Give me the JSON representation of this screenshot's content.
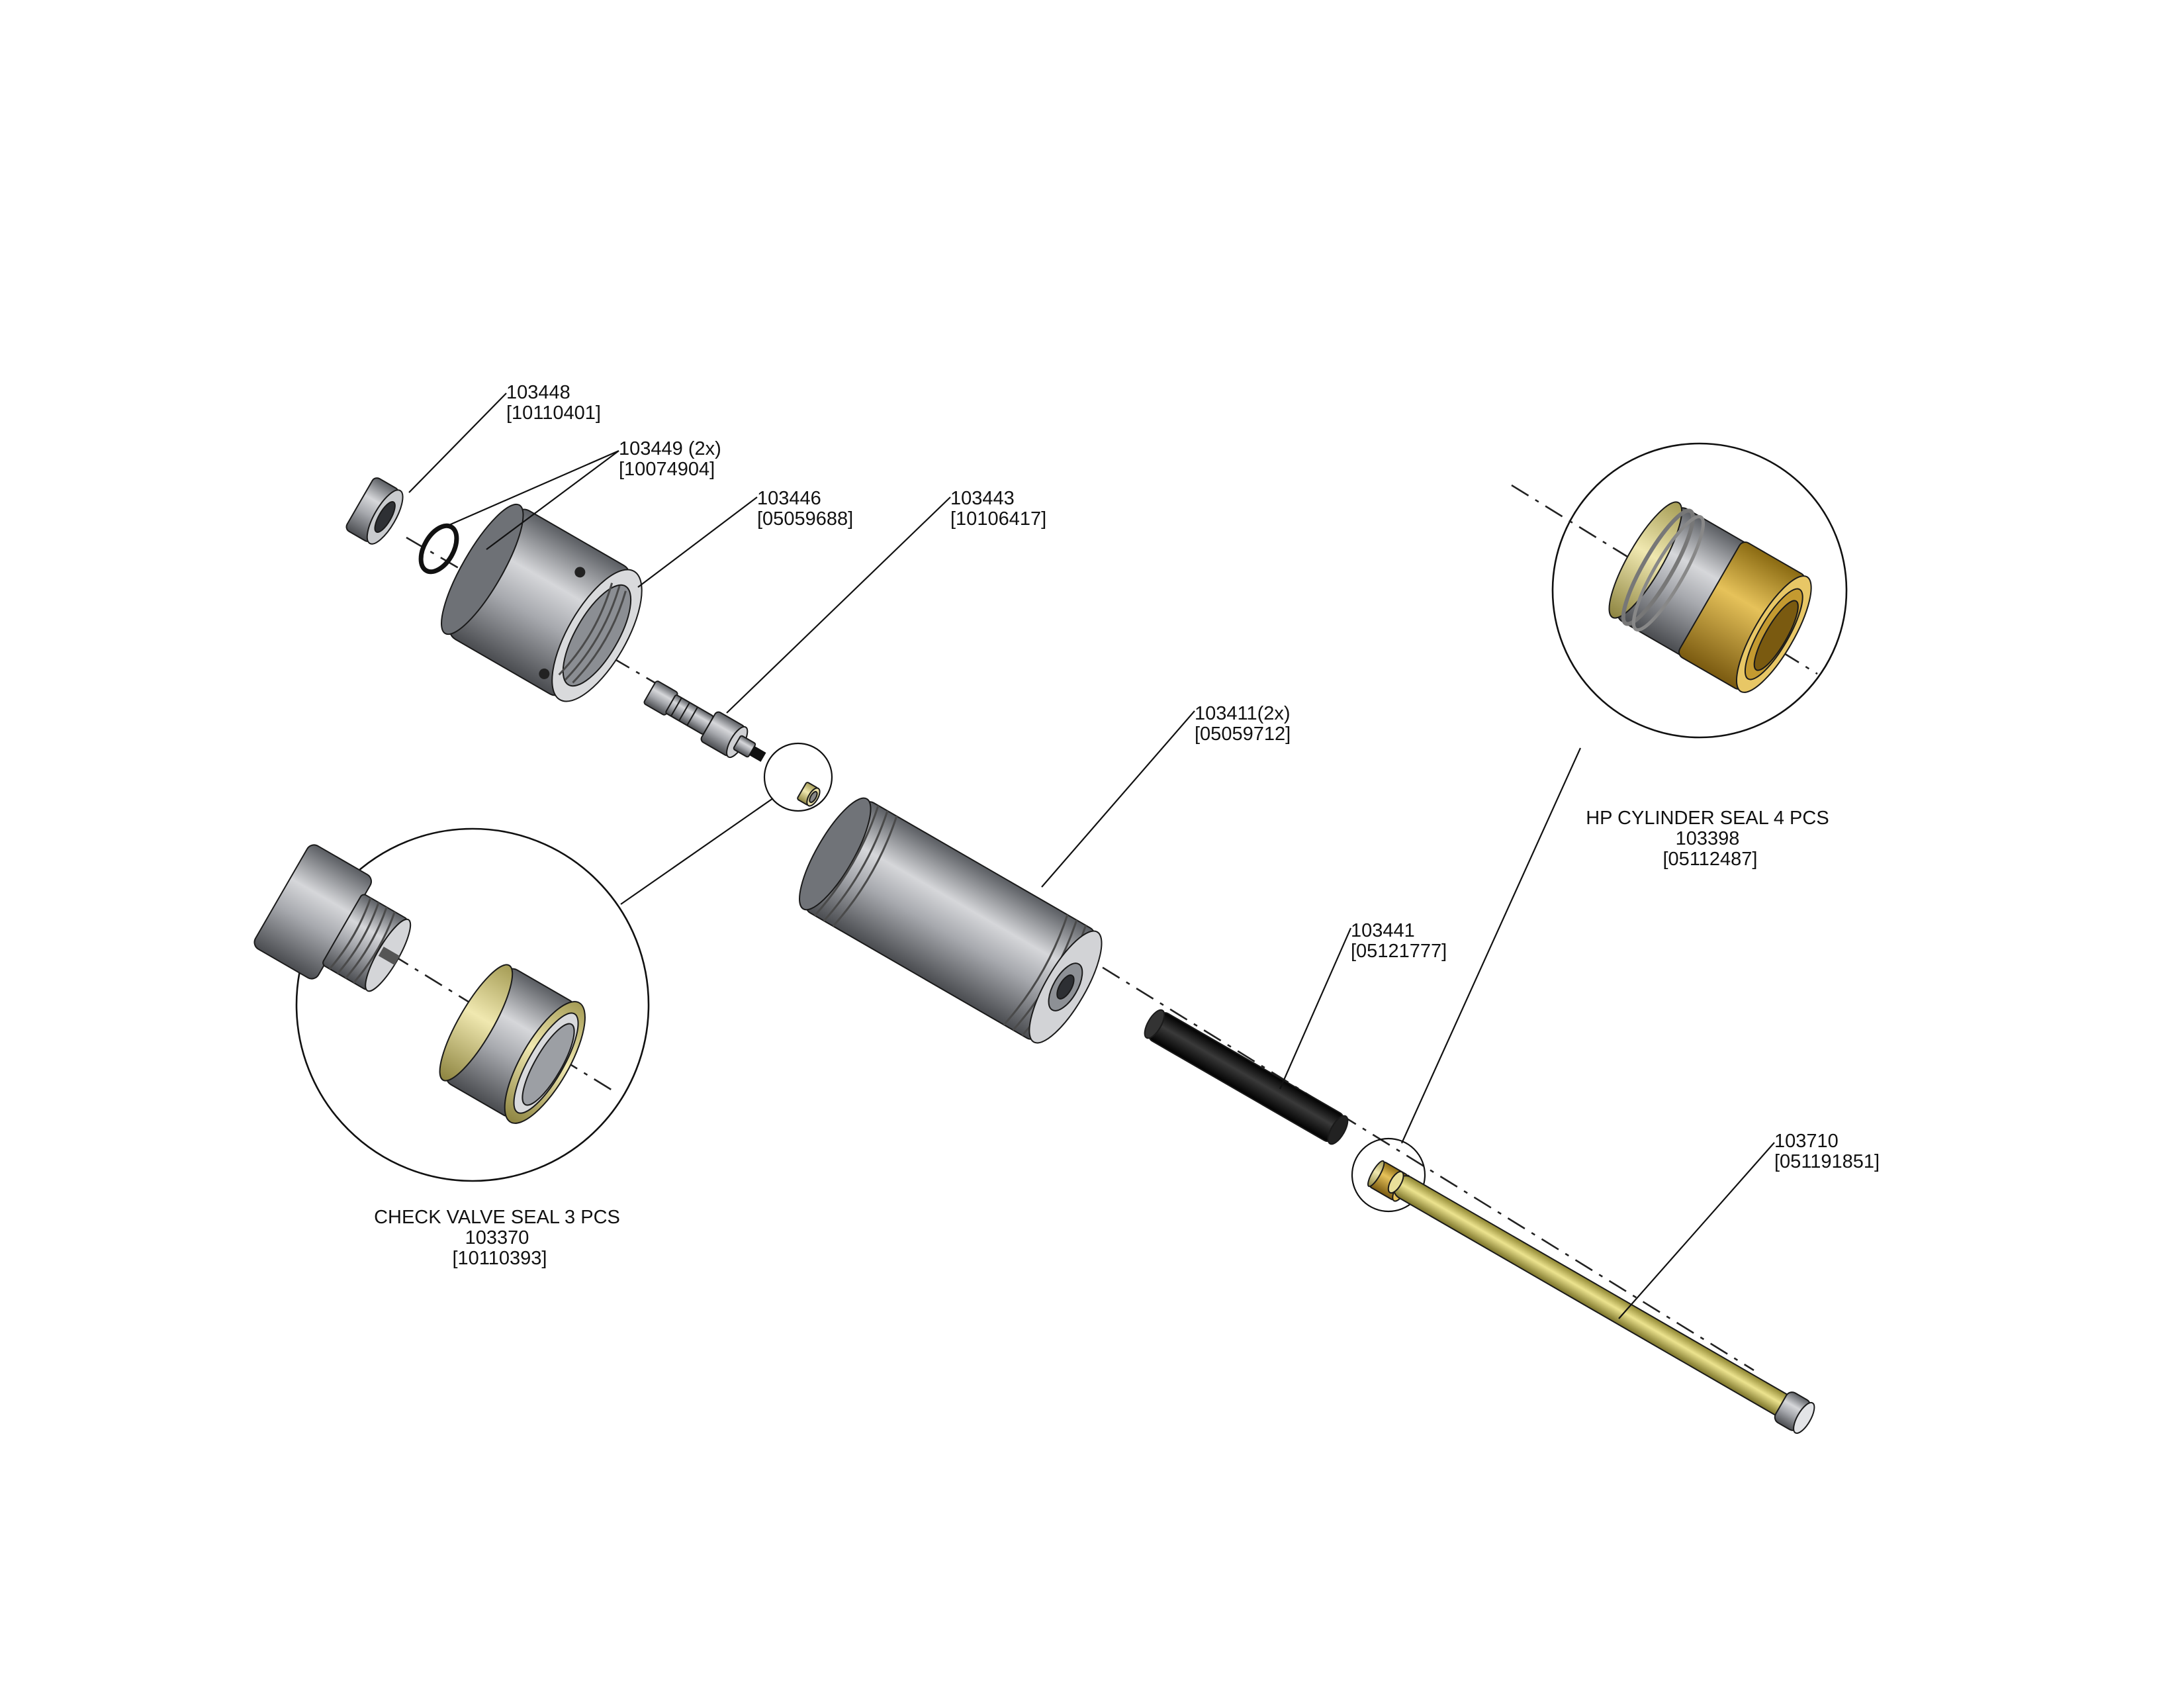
{
  "callouts": {
    "c103448": {
      "number": "103448",
      "code": "[10110401]"
    },
    "c103449": {
      "number": "103449 (2x)",
      "code": "[10074904]"
    },
    "c103446": {
      "number": "103446",
      "code": "[05059688]"
    },
    "c103443": {
      "number": "103443",
      "code": "[10106417]"
    },
    "c103411": {
      "number": "103411(2x)",
      "code": "[05059712]"
    },
    "c103441": {
      "number": "103441",
      "code": "[05121777]"
    },
    "c103710": {
      "number": "103710",
      "code": "[051191851]"
    }
  },
  "details": {
    "check_valve": {
      "title": "CHECK VALVE SEAL 3 PCS",
      "number": "103370",
      "code": "[10110393]"
    },
    "hp_cylinder": {
      "title": "HP CYLINDER SEAL 4 PCS",
      "number": "103398",
      "code": "[05112487]"
    }
  },
  "colors": {
    "steel_dark": "#4f5257",
    "steel_mid": "#9a9da3",
    "steel_light": "#e3e4e7",
    "seal_yellow": "#d8cf8a",
    "brass": "#b8902a",
    "black_part": "#141414",
    "rod_yellow": "#cfc468"
  }
}
